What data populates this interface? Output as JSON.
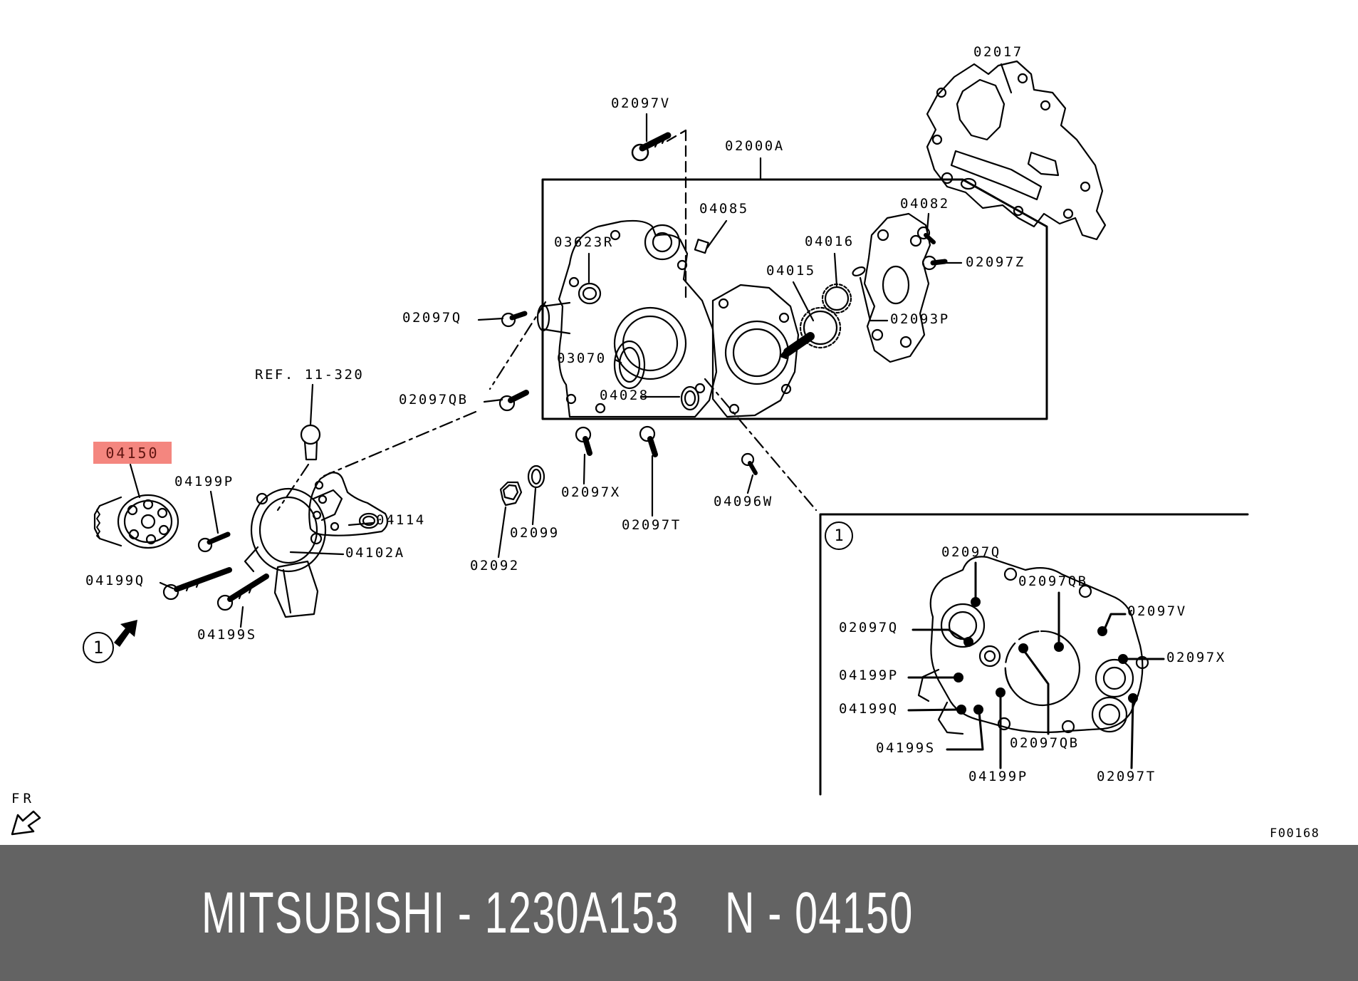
{
  "title": "Mitsubishi parts diagram - oil pump / timing case",
  "colors": {
    "ink": "#000000",
    "highlight_bg": "#f4867f",
    "highlight_text": "#601410",
    "banner_bg": "#636363",
    "banner_text": "#ffffff"
  },
  "highlight": {
    "part": "04150"
  },
  "ref_note": "REF. 11-320",
  "fr_label": "FR",
  "figure_code": "F00168",
  "marker": "1",
  "main_labels": [
    {
      "text": "02017"
    },
    {
      "text": "02097V"
    },
    {
      "text": "02000A"
    },
    {
      "text": "04085"
    },
    {
      "text": "04082"
    },
    {
      "text": "03623R"
    },
    {
      "text": "04016"
    },
    {
      "text": "04015"
    },
    {
      "text": "02097Z"
    },
    {
      "text": "02097Q"
    },
    {
      "text": "02093P"
    },
    {
      "text": "03070"
    },
    {
      "text": "04028"
    },
    {
      "text": "02097QB"
    },
    {
      "text": "04199P"
    },
    {
      "text": "04114"
    },
    {
      "text": "04102A"
    },
    {
      "text": "02099"
    },
    {
      "text": "02092"
    },
    {
      "text": "02097X"
    },
    {
      "text": "02097T"
    },
    {
      "text": "04096W"
    },
    {
      "text": "04199Q"
    },
    {
      "text": "04199S"
    }
  ],
  "inset_labels": [
    {
      "text": "02097Q"
    },
    {
      "text": "02097QB"
    },
    {
      "text": "02097V"
    },
    {
      "text": "02097Q"
    },
    {
      "text": "02097X"
    },
    {
      "text": "04199P"
    },
    {
      "text": "04199Q"
    },
    {
      "text": "04199S"
    },
    {
      "text": "02097QB"
    },
    {
      "text": "04199P"
    },
    {
      "text": "02097T"
    }
  ],
  "banner": {
    "left": "MITSUBISHI - 1230A153",
    "right": "N - 04150"
  }
}
